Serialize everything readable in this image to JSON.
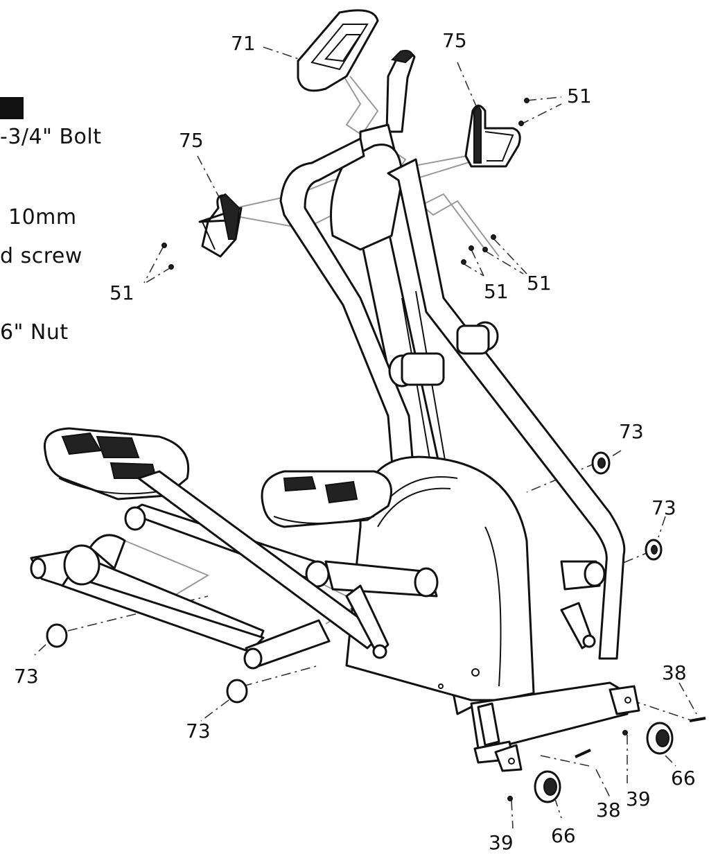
{
  "legend": {
    "line1": "-3/4\" Bolt",
    "line2": "10mm",
    "line3": "d screw",
    "line4": "6\" Nut"
  },
  "callouts": {
    "c71": "71",
    "c75_top": "75",
    "c75_left": "75",
    "c51_top": "51",
    "c51_left": "51",
    "c51_mid": "51",
    "c51_right": "51",
    "c73_r1": "73",
    "c73_r2": "73",
    "c73_l1": "73",
    "c73_l2": "73",
    "c38_top": "38",
    "c38_bot": "38",
    "c39_mid": "39",
    "c39_bot": "39",
    "c66_right": "66",
    "c66_bot": "66"
  }
}
